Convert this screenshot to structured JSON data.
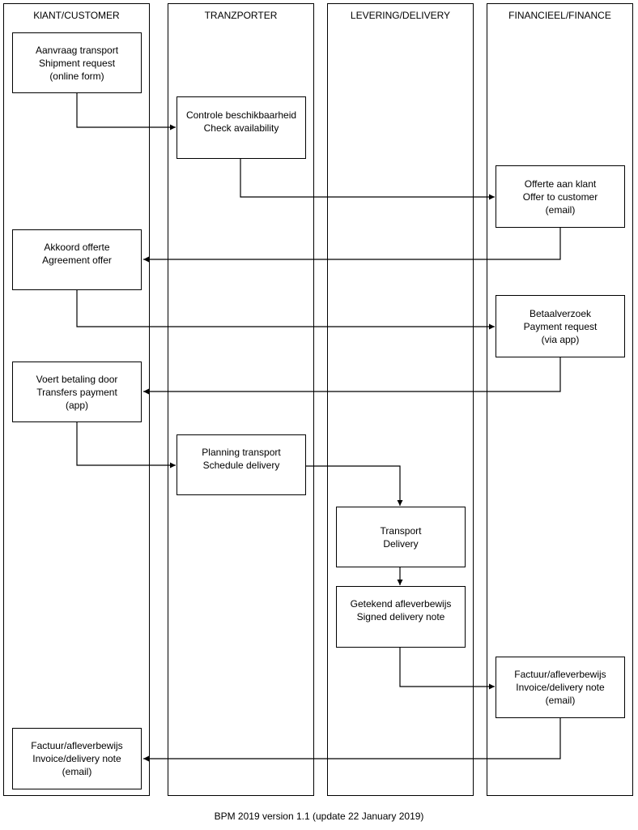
{
  "lanes": [
    {
      "id": "customer",
      "title": "KlANT/CUSTOMER"
    },
    {
      "id": "tranzporter",
      "title": "TRANZPORTER"
    },
    {
      "id": "delivery",
      "title": "LEVERING/DELIVERY"
    },
    {
      "id": "finance",
      "title": "FINANCIEEL/FINANCE"
    }
  ],
  "steps": [
    {
      "id": "shipment-request",
      "lines": [
        "Aanvraag transport",
        "Shipment request",
        "(online form)"
      ]
    },
    {
      "id": "check-availability",
      "lines": [
        "Controle beschikbaarheid",
        "Check availability"
      ]
    },
    {
      "id": "offer-to-customer",
      "lines": [
        "Offerte aan klant",
        "Offer to customer",
        "(email)"
      ]
    },
    {
      "id": "agreement-offer",
      "lines": [
        "Akkoord offerte",
        "Agreement offer"
      ]
    },
    {
      "id": "payment-request",
      "lines": [
        "Betaalverzoek",
        "Payment request",
        "(via app)"
      ]
    },
    {
      "id": "transfers-payment",
      "lines": [
        "Voert betaling door",
        "Transfers payment",
        "(app)"
      ]
    },
    {
      "id": "schedule-delivery",
      "lines": [
        "Planning transport",
        "Schedule delivery"
      ]
    },
    {
      "id": "transport-delivery",
      "lines": [
        "Transport",
        "Delivery"
      ]
    },
    {
      "id": "signed-delivery-note",
      "lines": [
        "Getekend afleverbewijs",
        "Signed delivery note"
      ]
    },
    {
      "id": "invoice-finance",
      "lines": [
        "Factuur/afleverbewijs",
        "Invoice/delivery note",
        "(email)"
      ]
    },
    {
      "id": "invoice-customer",
      "lines": [
        "Factuur/afleverbewijs",
        "Invoice/delivery note",
        "(email)"
      ]
    }
  ],
  "flows": [
    {
      "from": "shipment-request",
      "to": "check-availability"
    },
    {
      "from": "check-availability",
      "to": "offer-to-customer"
    },
    {
      "from": "offer-to-customer",
      "to": "agreement-offer"
    },
    {
      "from": "agreement-offer",
      "to": "payment-request"
    },
    {
      "from": "payment-request",
      "to": "transfers-payment"
    },
    {
      "from": "transfers-payment",
      "to": "schedule-delivery"
    },
    {
      "from": "schedule-delivery",
      "to": "transport-delivery"
    },
    {
      "from": "transport-delivery",
      "to": "signed-delivery-note"
    },
    {
      "from": "signed-delivery-note",
      "to": "invoice-finance"
    },
    {
      "from": "invoice-finance",
      "to": "invoice-customer"
    }
  ],
  "footer": "BPM 2019 version 1.1 (update 22 January 2019)"
}
